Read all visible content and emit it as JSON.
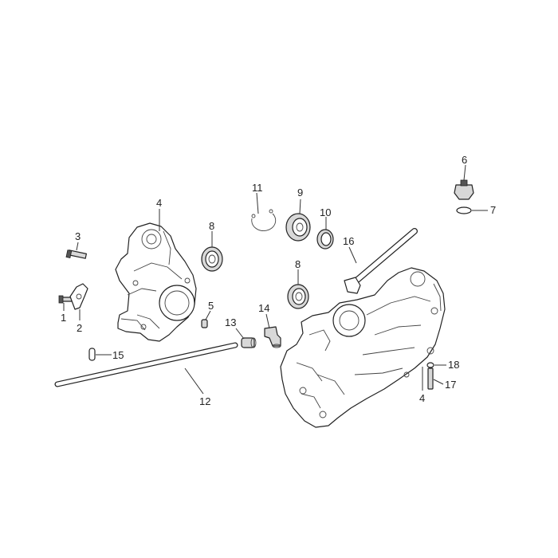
{
  "callouts": {
    "c1": "1",
    "c2": "2",
    "c3": "3",
    "c4a": "4",
    "c4b": "4",
    "c5": "5",
    "c6": "6",
    "c7": "7",
    "c8a": "8",
    "c8b": "8",
    "c9": "9",
    "c10": "10",
    "c11": "11",
    "c12": "12",
    "c13": "13",
    "c14": "14",
    "c15": "15",
    "c16": "16",
    "c17": "17",
    "c18": "18"
  }
}
